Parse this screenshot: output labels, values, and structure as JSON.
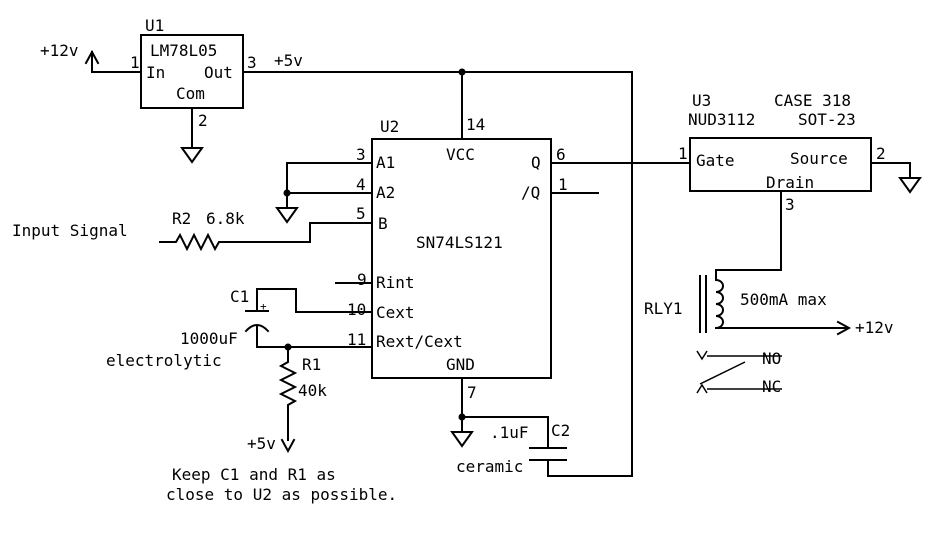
{
  "u1": {
    "ref": "U1",
    "part": "LM78L05",
    "pin_in_label": "In",
    "pin_out_label": "Out",
    "pin_com_label": "Com",
    "pin_in": "1",
    "pin_out": "3",
    "pin_com": "2"
  },
  "rails": {
    "v12_top": "+12v",
    "v5_top": "+5v",
    "v5_bottom": "+5v",
    "v12_relay": "+12v"
  },
  "u2": {
    "ref": "U2",
    "part": "SN74LS121",
    "vcc_label": "VCC",
    "gnd_label": "GND",
    "pin_vcc": "14",
    "pin_gnd": "7",
    "pin_a1": "3",
    "pin_a2": "4",
    "pin_b": "5",
    "pin_rint": "9",
    "pin_cext": "10",
    "pin_rext": "11",
    "pin_q": "6",
    "pin_qn": "1",
    "label_a1": "A1",
    "label_a2": "A2",
    "label_b": "B",
    "label_rint": "Rint",
    "label_cext": "Cext",
    "label_rext": "Rext/Cext",
    "label_q": "Q",
    "label_qn": "/Q"
  },
  "u3": {
    "ref": "U3",
    "part": "NUD3112",
    "case": "CASE 318",
    "package": "SOT-23",
    "gate_label": "Gate",
    "source_label": "Source",
    "drain_label": "Drain",
    "pin_gate": "1",
    "pin_source": "2",
    "pin_drain": "3"
  },
  "input": {
    "label": "Input Signal"
  },
  "r2": {
    "ref": "R2",
    "value": "6.8k"
  },
  "r1": {
    "ref": "R1",
    "value": "40k"
  },
  "c1": {
    "ref": "C1",
    "value": "1000uF",
    "type": "electrolytic",
    "polarity": "+"
  },
  "c2": {
    "ref": "C2",
    "value": ".1uF",
    "type": "ceramic"
  },
  "rly1": {
    "ref": "RLY1",
    "rating": "500mA max",
    "no_label": "NO",
    "nc_label": "NC"
  },
  "note": {
    "line1": "Keep C1 and R1 as",
    "line2": "close to U2 as possible."
  }
}
